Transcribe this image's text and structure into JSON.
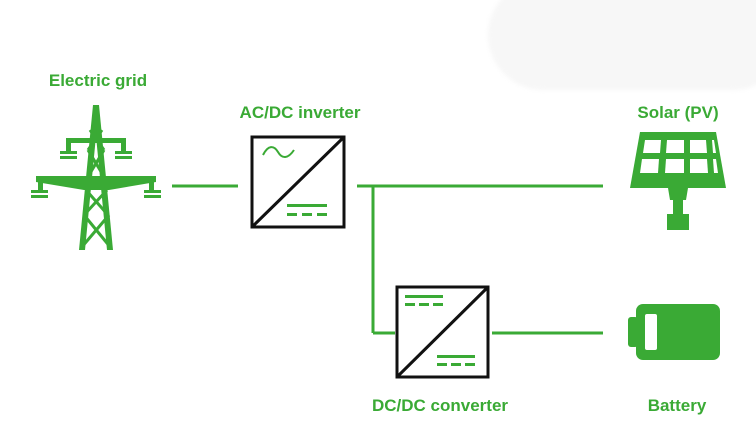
{
  "labels": {
    "grid": "Electric grid",
    "acdc": "AC/DC inverter",
    "solar": "Solar (PV)",
    "dcdc": "DC/DC converter",
    "battery": "Battery"
  },
  "colors": {
    "accent": "#3aaa35",
    "box_border": "#111111",
    "background": "#ffffff"
  },
  "icons": {
    "grid": "transmission-tower-icon",
    "acdc": "ac-dc-inverter-symbol",
    "dcdc": "dc-dc-converter-symbol",
    "solar": "solar-panel-icon",
    "battery": "battery-icon"
  }
}
